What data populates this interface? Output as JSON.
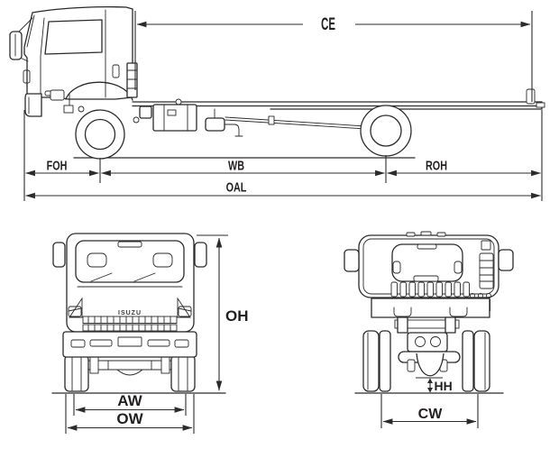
{
  "colors": {
    "ink": "#2b2b2b",
    "background": "#ffffff"
  },
  "views": {
    "side": {
      "labels": {
        "ce": "CE",
        "foh": "FOH",
        "wb": "WB",
        "roh": "ROH",
        "oal": "OAL"
      }
    },
    "front": {
      "logo": "ISUZU",
      "labels": {
        "oh": "OH",
        "aw": "AW",
        "ow": "OW"
      }
    },
    "rear": {
      "labels": {
        "hh": "HH",
        "cw": "CW"
      }
    }
  }
}
